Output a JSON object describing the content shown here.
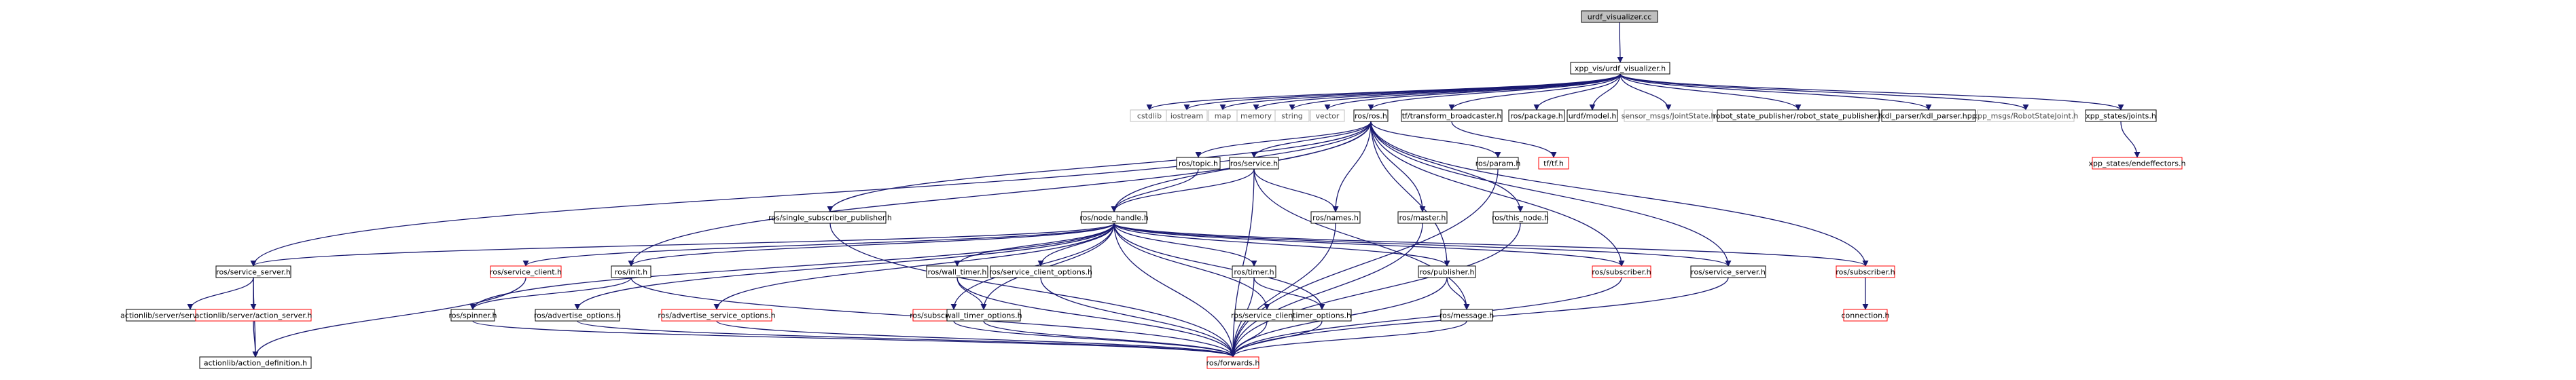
{
  "colors": {
    "edge": "#191970",
    "node_border": "#000000",
    "missing_border": "#bfbfbf",
    "linked_border": "#ff0000",
    "root_fill": "#bfbfbf",
    "node_fill": "#ffffff",
    "text": "#000000",
    "missing_text": "#4a4a4a"
  },
  "legend_note": "",
  "nodes": [
    {
      "id": "root",
      "label": "urdf_visualizer.cc",
      "kind": "root"
    },
    {
      "id": "uvh",
      "label": "xpp_vis/urdf_visualizer.h",
      "kind": "normal"
    },
    {
      "id": "cstdlib",
      "label": "cstdlib",
      "kind": "missing"
    },
    {
      "id": "iostream",
      "label": "iostream",
      "kind": "missing"
    },
    {
      "id": "map",
      "label": "map",
      "kind": "missing"
    },
    {
      "id": "memory",
      "label": "memory",
      "kind": "missing"
    },
    {
      "id": "string",
      "label": "string",
      "kind": "missing"
    },
    {
      "id": "vector",
      "label": "vector",
      "kind": "missing"
    },
    {
      "id": "rosros",
      "label": "ros/ros.h",
      "kind": "normal"
    },
    {
      "id": "tfb",
      "label": "tf/transform_broadcaster.h",
      "kind": "normal"
    },
    {
      "id": "rospkg",
      "label": "ros/package.h",
      "kind": "normal"
    },
    {
      "id": "urdfmodel",
      "label": "urdf/model.h",
      "kind": "normal"
    },
    {
      "id": "jointstate",
      "label": "sensor_msgs/JointState.h",
      "kind": "missing"
    },
    {
      "id": "rspub",
      "label": "robot_state_publisher/robot_state_publisher.h",
      "kind": "normal"
    },
    {
      "id": "kdl",
      "label": "kdl_parser/kdl_parser.hpp",
      "kind": "normal"
    },
    {
      "id": "rsj",
      "label": "xpp_msgs/RobotStateJoint.h",
      "kind": "missing"
    },
    {
      "id": "joints",
      "label": "xpp_states/joints.h",
      "kind": "normal"
    },
    {
      "id": "topic",
      "label": "ros/topic.h",
      "kind": "normal"
    },
    {
      "id": "service",
      "label": "ros/service.h",
      "kind": "normal"
    },
    {
      "id": "param",
      "label": "ros/param.h",
      "kind": "normal"
    },
    {
      "id": "tftf",
      "label": "tf/tf.h",
      "kind": "linked"
    },
    {
      "id": "endeff",
      "label": "xpp_states/endeffectors.h",
      "kind": "linked"
    },
    {
      "id": "ssp",
      "label": "ros/single_subscriber_publisher.h",
      "kind": "normal"
    },
    {
      "id": "nh",
      "label": "ros/node_handle.h",
      "kind": "normal"
    },
    {
      "id": "names",
      "label": "ros/names.h",
      "kind": "normal"
    },
    {
      "id": "master",
      "label": "ros/master.h",
      "kind": "normal"
    },
    {
      "id": "thisnode",
      "label": "ros/this_node.h",
      "kind": "normal"
    },
    {
      "id": "servsrv",
      "label": "ros/service_server.h",
      "kind": "normal"
    },
    {
      "id": "servcli",
      "label": "ros/service_client.h",
      "kind": "linked"
    },
    {
      "id": "init",
      "label": "ros/init.h",
      "kind": "normal"
    },
    {
      "id": "walltimer",
      "label": "ros/wall_timer.h",
      "kind": "normal"
    },
    {
      "id": "sco",
      "label": "ros/service_client_options.h",
      "kind": "normal"
    },
    {
      "id": "timer",
      "label": "ros/timer.h",
      "kind": "normal"
    },
    {
      "id": "publisher",
      "label": "ros/publisher.h",
      "kind": "normal"
    },
    {
      "id": "subscriber",
      "label": "ros/subscriber.h",
      "kind": "linked"
    },
    {
      "id": "servsrv2",
      "label": "ros/service_server.h",
      "kind": "normal"
    },
    {
      "id": "subscriber2",
      "label": "ros/subscriber.h",
      "kind": "linked"
    },
    {
      "id": "ssimp",
      "label": "actionlib/server/service_server_imp.h",
      "kind": "normal"
    },
    {
      "id": "actsrv",
      "label": "actionlib/server/action_server.h",
      "kind": "linked"
    },
    {
      "id": "spinner",
      "label": "ros/spinner.h",
      "kind": "normal"
    },
    {
      "id": "advopt",
      "label": "ros/advertise_options.h",
      "kind": "normal"
    },
    {
      "id": "advsrvopt",
      "label": "ros/advertise_service_options.h",
      "kind": "linked"
    },
    {
      "id": "subopt",
      "label": "ros/subscribe_options.h",
      "kind": "linked"
    },
    {
      "id": "wto",
      "label": "wall_timer_options.h",
      "kind": "normal"
    },
    {
      "id": "servcli2",
      "label": "ros/service_client.h",
      "kind": "normal"
    },
    {
      "id": "timeropt",
      "label": "timer_options.h",
      "kind": "normal"
    },
    {
      "id": "message",
      "label": "ros/message.h",
      "kind": "normal"
    },
    {
      "id": "connection",
      "label": "connection.h",
      "kind": "linked"
    },
    {
      "id": "actdef",
      "label": "actionlib/action_definition.h",
      "kind": "normal"
    },
    {
      "id": "forwards",
      "label": "ros/forwards.h",
      "kind": "linked"
    }
  ],
  "edges": [
    [
      "root",
      "uvh"
    ],
    [
      "uvh",
      "cstdlib"
    ],
    [
      "uvh",
      "iostream"
    ],
    [
      "uvh",
      "map"
    ],
    [
      "uvh",
      "memory"
    ],
    [
      "uvh",
      "string"
    ],
    [
      "uvh",
      "vector"
    ],
    [
      "uvh",
      "rosros"
    ],
    [
      "uvh",
      "tfb"
    ],
    [
      "uvh",
      "rospkg"
    ],
    [
      "uvh",
      "urdfmodel"
    ],
    [
      "uvh",
      "jointstate"
    ],
    [
      "uvh",
      "rspub"
    ],
    [
      "uvh",
      "kdl"
    ],
    [
      "uvh",
      "rsj"
    ],
    [
      "uvh",
      "joints"
    ],
    [
      "joints",
      "endeff"
    ],
    [
      "tfb",
      "tftf"
    ],
    [
      "rosros",
      "topic"
    ],
    [
      "rosros",
      "service"
    ],
    [
      "rosros",
      "param"
    ],
    [
      "rosros",
      "ssp"
    ],
    [
      "rosros",
      "nh"
    ],
    [
      "rosros",
      "names"
    ],
    [
      "rosros",
      "master"
    ],
    [
      "rosros",
      "thisnode"
    ],
    [
      "rosros",
      "publisher"
    ],
    [
      "rosros",
      "subscriber"
    ],
    [
      "rosros",
      "servsrv2"
    ],
    [
      "rosros",
      "subscriber2"
    ],
    [
      "rosros",
      "servsrv"
    ],
    [
      "rosros",
      "init"
    ],
    [
      "topic",
      "nh"
    ],
    [
      "service",
      "nh"
    ],
    [
      "service",
      "names"
    ],
    [
      "service",
      "message"
    ],
    [
      "service",
      "forwards"
    ],
    [
      "param",
      "forwards"
    ],
    [
      "ssp",
      "forwards"
    ],
    [
      "nh",
      "servsrv"
    ],
    [
      "nh",
      "servcli"
    ],
    [
      "nh",
      "init"
    ],
    [
      "nh",
      "walltimer"
    ],
    [
      "nh",
      "sco"
    ],
    [
      "nh",
      "timer"
    ],
    [
      "nh",
      "publisher"
    ],
    [
      "nh",
      "subscriber"
    ],
    [
      "nh",
      "servsrv2"
    ],
    [
      "nh",
      "subscriber2"
    ],
    [
      "nh",
      "spinner"
    ],
    [
      "nh",
      "advopt"
    ],
    [
      "nh",
      "advsrvopt"
    ],
    [
      "nh",
      "subopt"
    ],
    [
      "nh",
      "wto"
    ],
    [
      "nh",
      "servcli2"
    ],
    [
      "nh",
      "timeropt"
    ],
    [
      "nh",
      "forwards"
    ],
    [
      "names",
      "forwards"
    ],
    [
      "master",
      "forwards"
    ],
    [
      "thisnode",
      "forwards"
    ],
    [
      "servsrv",
      "ssimp"
    ],
    [
      "servsrv",
      "actsrv"
    ],
    [
      "servsrv",
      "actdef"
    ],
    [
      "servcli",
      "actdef"
    ],
    [
      "init",
      "spinner"
    ],
    [
      "init",
      "forwards"
    ],
    [
      "walltimer",
      "wto"
    ],
    [
      "walltimer",
      "forwards"
    ],
    [
      "sco",
      "forwards"
    ],
    [
      "timer",
      "timeropt"
    ],
    [
      "timer",
      "forwards"
    ],
    [
      "publisher",
      "message"
    ],
    [
      "publisher",
      "forwards"
    ],
    [
      "subscriber",
      "forwards"
    ],
    [
      "servsrv2",
      "forwards"
    ],
    [
      "subscriber2",
      "connection"
    ],
    [
      "actsrv",
      "actdef"
    ],
    [
      "spinner",
      "forwards"
    ],
    [
      "advopt",
      "forwards"
    ],
    [
      "advsrvopt",
      "forwards"
    ],
    [
      "subopt",
      "forwards"
    ],
    [
      "wto",
      "forwards"
    ],
    [
      "servcli2",
      "forwards"
    ],
    [
      "timeropt",
      "forwards"
    ],
    [
      "message",
      "forwards"
    ]
  ]
}
